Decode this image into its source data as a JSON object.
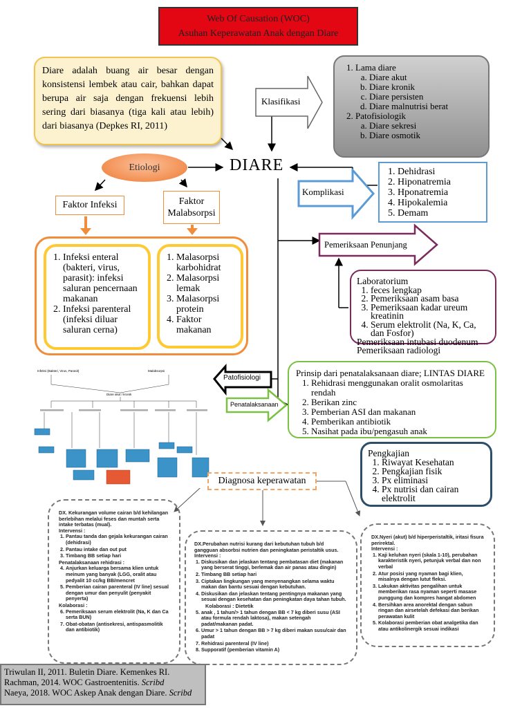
{
  "title": {
    "line1": "Web Of Causation (WOC)",
    "line2": "Asuhan Keperawatan Anak dengan Diare"
  },
  "definition": "Diare adalah buang air besar dengan konsistensi lembek atau cair, bahkan dapat berupa air saja dengan frekuensi lebih sering dari biasanya (tiga kali atau lebih) dari biasanya (Depkes RI, 2011)",
  "center_label": "DIARE",
  "klasifikasi": {
    "arrow_label": "Klasifikasi",
    "items": [
      {
        "label": "Lama diare",
        "sub": [
          "Diare akut",
          "Diare kronik",
          "Diare persisten",
          "Diare malnutrisi berat"
        ]
      },
      {
        "label": "Patofisiologik",
        "sub": [
          "Diare sekresi",
          "Diare osmotik"
        ]
      }
    ]
  },
  "etiologi": {
    "label": "Etiologi",
    "faktor_infeksi": "Faktor Infeksi",
    "faktor_malabsorpsi": "Faktor Malabsorpsi",
    "infeksi_items": [
      "Infeksi enteral (bakteri, virus, parasit): infeksi saluran pencernaan makanan",
      "Infeksi parenteral (infeksi diluar saluran cerna)"
    ],
    "malabsorpsi_items": [
      "Malasorpsi karbohidrat",
      "Malasorpsi lemak",
      "Malasorpsi protein",
      "Faktor makanan"
    ]
  },
  "komplikasi": {
    "arrow_label": "Komplikasi",
    "items": [
      "Dehidrasi",
      "Hiponatremia",
      "Hponatremia",
      "Hipokalemia",
      "Demam"
    ]
  },
  "pemeriksaan": {
    "arrow_label": "Pemeriksaan Penunjang",
    "heading": "Laboratorium",
    "items": [
      "feces lengkap",
      "Pemeriksaan asam basa",
      "Pemeriksaan kadar ureum kreatinin",
      "Serum elektrolit (Na, K, Ca, dan Fosfor)"
    ],
    "extra1": "Pemeriksaan intubasi duodenum",
    "extra2": "Pemeriksaan radiologi"
  },
  "patofisiologi": {
    "arrow_label": "Patofisiologi",
    "chart_labels": {
      "top_left": "Infeksi (Bakteri, Virus, Parasit)",
      "top_right": "Malabsorpsi",
      "mid": "Diare akut / kronik"
    }
  },
  "penatalaksanaan": {
    "arrow_label": "Penatalaksanaan",
    "heading": "Prinsip dari penatalaksanaan diare; LINTAS DIARE",
    "items": [
      "Rehidrasi menggunakan oralit osmolaritas rendah",
      "Berikan zinc",
      "Pemberian ASI dan makanan",
      "Pemberikan antibiotik",
      "Nasihat pada ibu/pengasuh anak"
    ]
  },
  "pengkajian": {
    "heading": "Pengkajian",
    "items": [
      "Riwayat Kesehatan",
      "Pengkajian fisik",
      "Px eliminasi",
      "Px nutrisi dan cairan elektrolit"
    ]
  },
  "diagnosa": {
    "label": "Diagnosa keperawatan",
    "dx1": {
      "title": "DX. Kekurangan volume cairan b/d kehilangan berlebihan melalui feses dan muntah serta intake terbatas (mual).",
      "intervensi": "Intervensi :",
      "items_a": [
        "Pantau tanda dan gejala kekurangan cairan (dehidrasi)",
        "Pantau intake dan out put",
        "Timbang BB setiap hari"
      ],
      "sub_heading": "Penatalaksanaan rehidrasi :",
      "items_b": [
        "Anjurkan keluarga bersama klien untuk meinum yang banyak (LGG, oralit atau pedyalit 10 cc/kg BB/mencret",
        "Pemberian cairan parenteral (IV line) sesual dengan umur dan penyulit (penyakit penyerta)"
      ],
      "kolaborasi": "Kolaborasi :",
      "items_c": [
        "Pemeriksaan serum elektrolit (Na, K dan Ca serta BUN)",
        "Obat-obatan (antisekresi, antispasmolitik dan antibiotik)"
      ]
    },
    "dx2": {
      "title": "DX.Perubahan nutrisi kurang dari kebutuhan tubuh b/d gangguan absorbsi nutrien dan peningkatan peristaltik usus.",
      "intervensi": "Intervensi :",
      "items_a": [
        "Diskusikan dan jelaskan tentang pembatasan diet (makanan yang berserat tinggi, berlemak dan air panas atau dingin)",
        "Timbang BB setiap hari",
        "Ciptakan lingkungan yang menyenangkan selama waktu makan dan bantu sesuai dengan kebutuhan.",
        "Diskusikan dan jelaskan tentang pentingnya makanan yang sesuai dengan kesehatan dan peningkatan daya tahan tubuh."
      ],
      "kolaborasi": "Kolaborasi : Dietetik",
      "items_b": [
        "anak , 1 tahun/> 1 tahun dengan BB < 7 kg diberi susu (ASI atau formula rendah laktosa), makan setengah padat/makanan padat.",
        "Umur > 1 tahun dengan BB > 7 kg diberi makan susu/cair dan padat",
        "Rehidrasi parenteral (IV line)",
        "Supporatif (pemberian vitamin A)"
      ]
    },
    "dx3": {
      "title": "DX.Nyeri (akut) b/d hiperperistaltik, iritasi fisura perirektal.",
      "intervensi": "Intervensi :",
      "items": [
        "Kaji keluhan nyeri (skala 1-10), perubahan karakteristik nyeri, petunjuk verbal dan non verbal",
        "Atur posisi yang nyaman bagi klien, misalnya dengan lutut fleksi.",
        "Lakukan aktivitas pengalihan untuk memberikan rasa nyaman seperti masase punggung dan kompres hangat abdomen",
        "Bersihkan area anorektal dengan sabun ringan dan airsetelah defekasi dan berikan perawatan kulit",
        "Kolaborasi pemberian obat analgetika dan atau antikolinergik sesuai indikasi"
      ]
    }
  },
  "references": {
    "line1": "Triwulan II, 2011. Buletin Diare. Kemenkes RI.",
    "line2_a": "Rachman, 2014. WOC Gastroentenitis. ",
    "line2_b": "Scribd",
    "line3_a": "Naeya, 2018. WOC Askep Anak dengan Diare. ",
    "line3_b": "Scribd"
  }
}
